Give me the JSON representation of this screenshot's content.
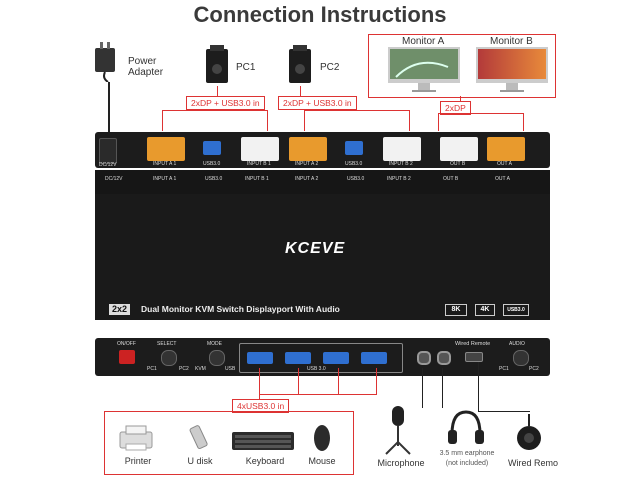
{
  "title": "Connection Instructions",
  "power_adapter": "Power\nAdapter",
  "pc1": "PC1",
  "pc2": "PC2",
  "monitor_a": "Monitor A",
  "monitor_b": "Monitor B",
  "tag_pc1": "2xDP + USB3.0 in",
  "tag_pc2": "2xDP + USB3.0 in",
  "tag_out": "2xDP",
  "tag_usb": "4xUSB3.0 in",
  "back_panel": {
    "dc": "DC/12V",
    "input_a1": "INPUT A 1",
    "usb1": "USB3.0",
    "input_b1": "INPUT B 1",
    "input_a2": "INPUT A 2",
    "usb2": "USB3.0",
    "input_b2": "INPUT B 2",
    "out_b": "OUT B",
    "out_a": "OUT A",
    "dc2": "DC/12V",
    "in_a1": "INPUT A 1",
    "in_b1": "INPUT B 1",
    "in_a2": "INPUT A 2",
    "in_b2": "INPUT B 2",
    "o_b": "OUT B",
    "o_a": "OUT A"
  },
  "brand": "KCEVE",
  "product": {
    "size": "2x2",
    "desc": "Dual  Monitor  KVM  Switch  Displayport  With  Audio",
    "badge_8k": "8K",
    "badge_4k": "4K",
    "badge_usb": "USB3.0"
  },
  "front_panel": {
    "onoff": "ON/OFF",
    "select": "SELECT",
    "pc1": "PC1",
    "pc2": "PC2",
    "mode": "MODE",
    "kvm": "KVM",
    "usb": "USB",
    "usb30": "USB 3.0",
    "wired_remote": "Wired Remote",
    "audio": "AUDIO",
    "apc1": "PC1",
    "apc2": "PC2"
  },
  "devices": {
    "printer": "Printer",
    "udisk": "U disk",
    "keyboard": "Keyboard",
    "mouse": "Mouse",
    "microphone": "Microphone",
    "earphone": "3.5 mm earphone",
    "earphone_note": "(not included)",
    "remote": "Wired Remo"
  },
  "colors": {
    "accent_red": "#dd3333",
    "dp_orange": "#e89a2d",
    "usb_blue": "#2f6fd0",
    "panel_black": "#1c1c1c"
  }
}
